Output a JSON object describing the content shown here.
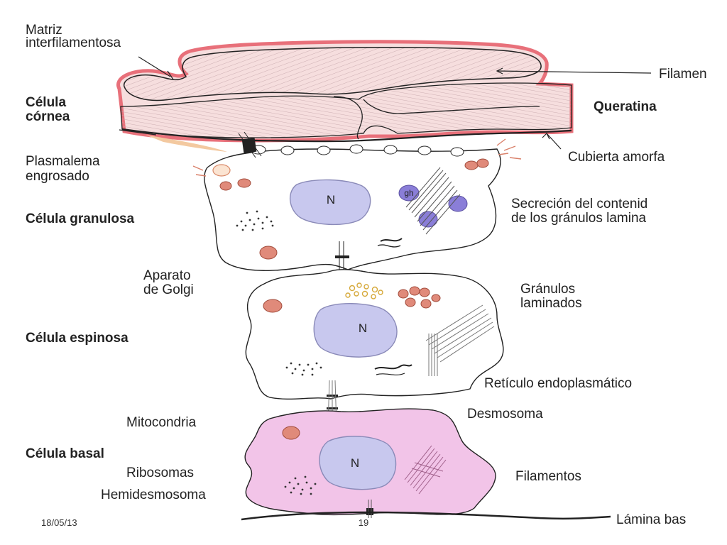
{
  "labels": {
    "matriz_line1": "Matriz",
    "matriz_line2": "interfilamentosa",
    "filamen": "Filamen",
    "celula_cornea_line1": "Célula",
    "celula_cornea_line2": "córnea",
    "queratina": "Queratina",
    "plasmalema_line1": "Plasmalema",
    "plasmalema_line2": "engrosado",
    "cubierta": "Cubierta amorfa",
    "celula_granulosa": "Célula granulosa",
    "secrecion_line1": "Secreción del contenid",
    "secrecion_line2": "de los gránulos lamina",
    "aparato_line1": "Aparato",
    "aparato_line2": "de Golgi",
    "granulos_line1": "Gránulos",
    "granulos_line2": "laminados",
    "celula_espinosa": "Célula espinosa",
    "reticulo": "Retículo endoplasmático",
    "mitocondria": "Mitocondria",
    "desmosoma": "Desmosoma",
    "celula_basal": "Célula basal",
    "ribosomas": "Ribosomas",
    "filamentos": "Filamentos",
    "hemidesmosoma": "Hemidesmosoma",
    "lamina_basal": "Lámina bas"
  },
  "nucleus_label": "N",
  "granule_label": "gh",
  "footer": {
    "date": "18/05/13",
    "page": "19"
  },
  "colors": {
    "cornea_edge": "#e8707a",
    "nucleus": "#c8c8ee",
    "basal_cell": "#f2c4e8",
    "mitochondria": "#e08a7a",
    "ribosome": "#555555",
    "golgi": "#e6c24a"
  }
}
